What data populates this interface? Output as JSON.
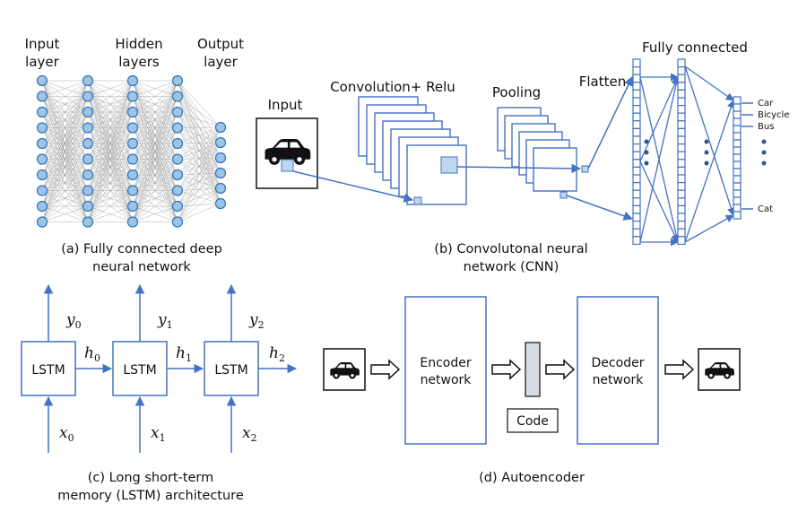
{
  "panel_a": {
    "input_label": [
      "Input",
      "layer"
    ],
    "hidden_label": [
      "Hidden",
      "layers"
    ],
    "output_label": [
      "Output",
      "layer"
    ],
    "caption": [
      "(a) Fully connected deep",
      "neural network"
    ]
  },
  "panel_b": {
    "input_label": "Input",
    "conv_label": "Convolution+ Relu",
    "pooling_label": "Pooling",
    "flatten_label": "Flatten",
    "fc_label": "Fully connected",
    "classes": [
      "Car",
      "Bicycle",
      "Bus",
      "Cat"
    ],
    "caption": [
      "(b) Convolutonal neural",
      "network (CNN)"
    ]
  },
  "panel_c": {
    "cell_label": "LSTM",
    "outputs": [
      "y",
      "y",
      "y"
    ],
    "output_subs": [
      "0",
      "1",
      "2"
    ],
    "hidden": [
      "h",
      "h",
      "h"
    ],
    "hidden_subs": [
      "0",
      "1",
      "2"
    ],
    "inputs": [
      "x",
      "x",
      "x"
    ],
    "input_subs": [
      "0",
      "1",
      "2"
    ],
    "caption": [
      "(c) Long short-term",
      "memory (LSTM) architecture"
    ]
  },
  "panel_d": {
    "encoder_label": [
      "Encoder",
      "network"
    ],
    "decoder_label": [
      "Decoder",
      "network"
    ],
    "code_label": "Code",
    "caption": "(d) Autoencoder"
  },
  "colors": {
    "accent_blue": "#4472c4",
    "neuron_fill": "#9dc3e6",
    "neuron_stroke": "#2e75b6",
    "code_fill": "#d6dce4",
    "edge_gray": "#9a9a9a"
  },
  "icons": [
    "car-icon"
  ]
}
